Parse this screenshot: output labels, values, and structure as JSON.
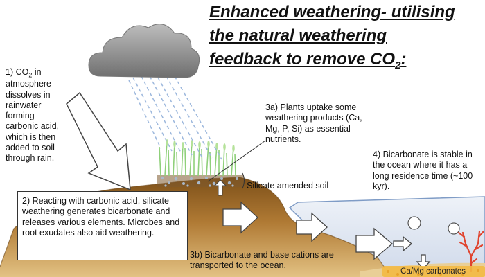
{
  "title": {
    "line1": "Enhanced weathering- utilising",
    "line2": "the natural weathering",
    "line3_prefix": "feedback to remove CO",
    "line3_sub": "2",
    "line3_suffix": ":"
  },
  "steps": {
    "step1": {
      "prefix": "1) CO",
      "sub": "2",
      "rest": " in atmosphere dissolves in rainwater forming carbonic acid, which is then added to soil through rain."
    },
    "step2": "2) Reacting with carbonic acid, silicate weathering generates bicarbonate and releases various elements. Microbes and root exudates also aid weathering.",
    "step3a": "3a) Plants uptake some weathering products (Ca, Mg, P, Si) as essential nutrients.",
    "step3b": "3b) Bicarbonate and base cations are transported to the ocean.",
    "step4": "4) Bicarbonate is stable in the ocean where it has a long residence time (~100 kyr)."
  },
  "labels": {
    "silicate_soil": "Silicate amended soil",
    "carbonates": "Ca/Mg carbonates"
  },
  "colors": {
    "soil_dark": "#8a5a22",
    "soil_light": "#c99d57",
    "sediment": "#e8c98a",
    "ocean": "#dde4f0",
    "cloud": "#8c8c8c",
    "rain": "#9db8dd",
    "plants": "#8fd07a",
    "coral": "#e0442f",
    "carbonate": "#f3b944"
  },
  "icons": [
    "cloud-icon",
    "rain-icon",
    "plants-icon",
    "rock-particles-icon",
    "bubble-icon",
    "coral-icon",
    "flow-arrow-icon"
  ]
}
